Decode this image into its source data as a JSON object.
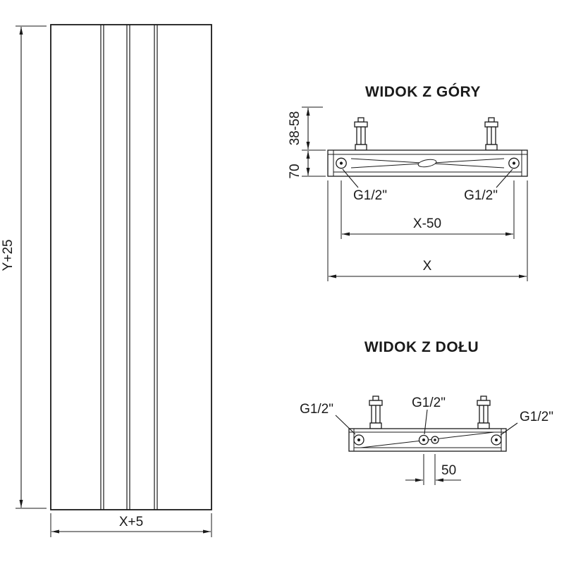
{
  "colors": {
    "line": "#1a1a1a",
    "background": "#ffffff"
  },
  "front_view": {
    "dim_height": "Y+25",
    "dim_width": "X+5"
  },
  "top_view": {
    "title": "WIDOK Z GÓRY",
    "dim_bracket_depth": "38-58",
    "dim_body_depth": "70",
    "conn_left": "G1/2\"",
    "conn_right": "G1/2\"",
    "dim_connection_spacing": "X-50",
    "dim_total_width": "X"
  },
  "bottom_view": {
    "title": "WIDOK Z DOŁU",
    "conn_left": "G1/2\"",
    "conn_middle": "G1/2\"",
    "conn_right": "G1/2\"",
    "dim_middle_spacing": "50"
  }
}
